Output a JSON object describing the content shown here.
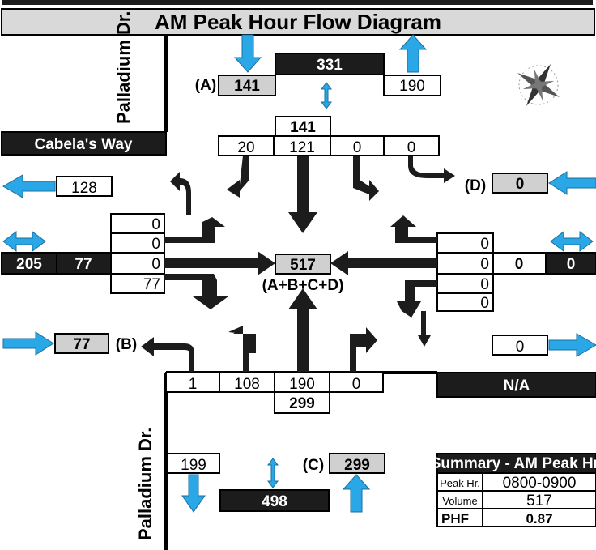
{
  "title": "AM Peak Hour Flow Diagram",
  "streets": {
    "north_road": "Palladium Dr.",
    "west_road": "Cabela's Way",
    "south_road": "Palladium Dr.",
    "east_road": "N/A"
  },
  "north": {
    "total": "331",
    "in": "141",
    "out": "190",
    "label_a": "(A)",
    "approach_total": "141",
    "moves": [
      "20",
      "121",
      "0",
      "0"
    ]
  },
  "west": {
    "out": "128",
    "total": "205",
    "approach_total": "77",
    "moves": [
      "0",
      "0",
      "0",
      "77"
    ],
    "in": "77",
    "label_b": "(B)"
  },
  "east": {
    "in_label_d": "(D)",
    "in": "0",
    "moves": [
      "0",
      "0",
      "0",
      "0"
    ],
    "approach_total": "0",
    "total": "0",
    "out": "0"
  },
  "south": {
    "moves": [
      "1",
      "108",
      "190",
      "0"
    ],
    "approach_total": "299",
    "out": "199",
    "total": "498",
    "label_c": "(C)",
    "in": "299"
  },
  "center": {
    "total": "517",
    "formula": "(A+B+C+D)"
  },
  "summary": {
    "title": "Summary - AM Peak Hr.",
    "peak_label": "Peak Hr.",
    "peak_value": "0800-0900",
    "volume_label": "Volume",
    "volume_value": "517",
    "phf_label": "PHF",
    "phf_value": "0.87"
  },
  "icons": [
    "compass-icon",
    "arrow-icon"
  ]
}
